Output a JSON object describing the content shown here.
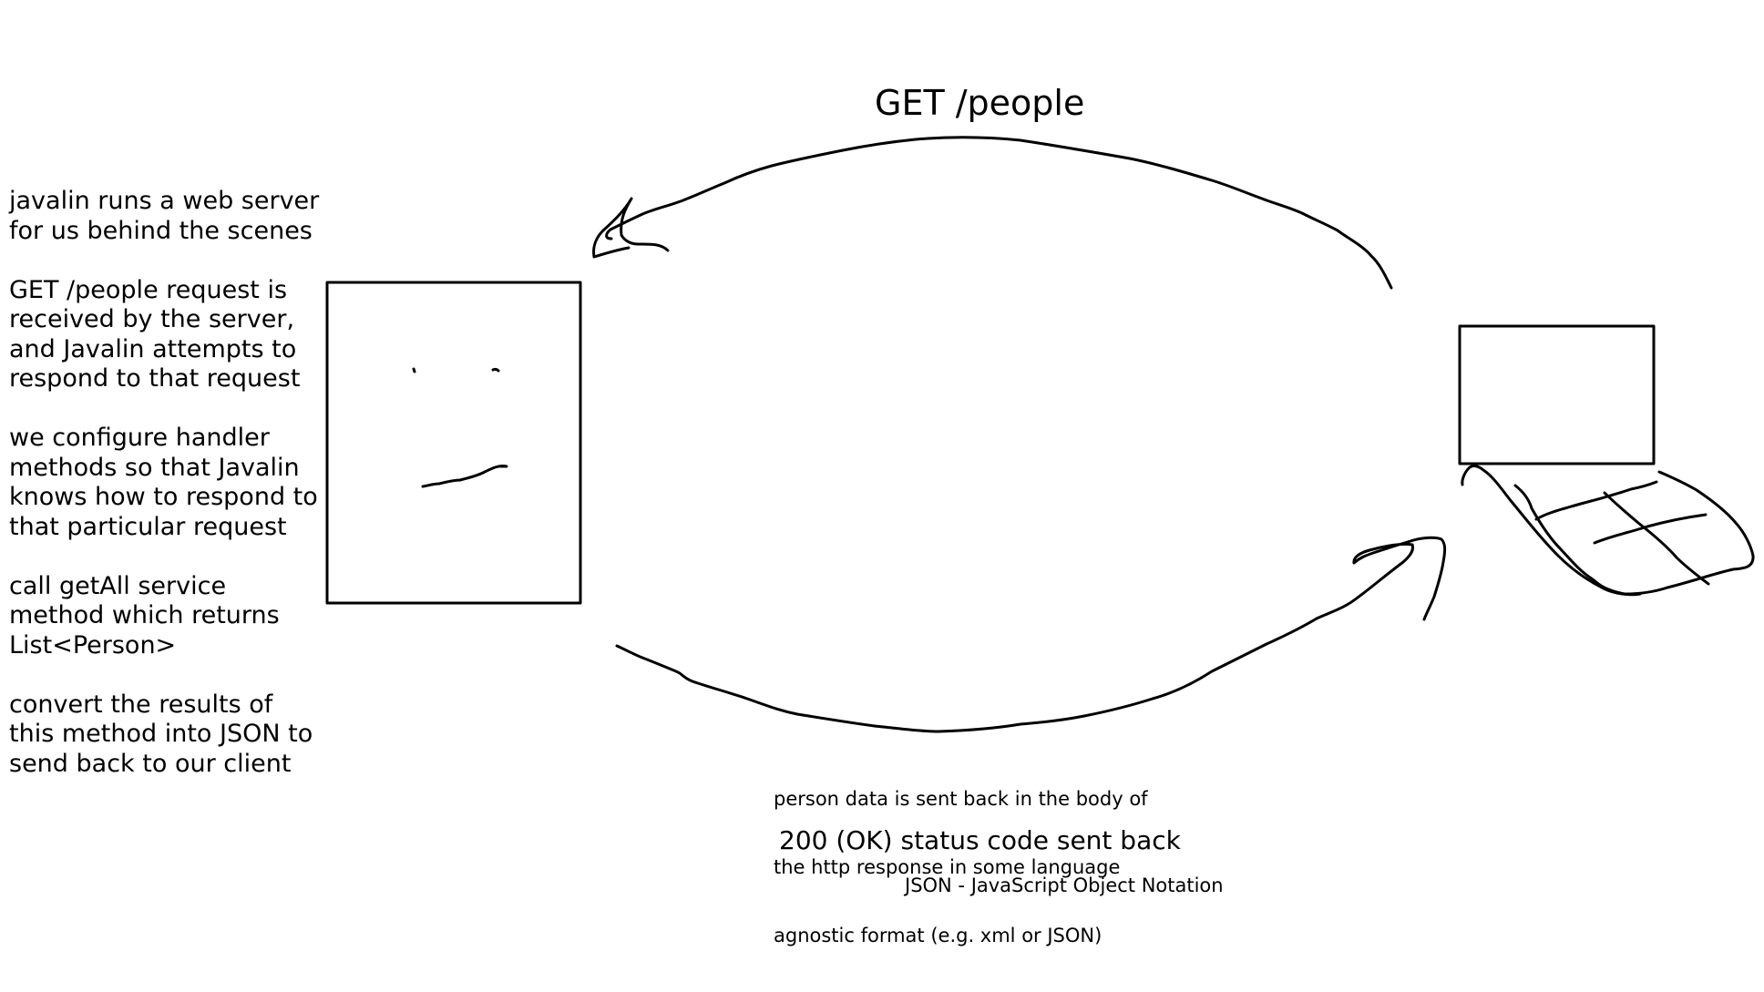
{
  "request": {
    "label": "GET /people"
  },
  "notes": {
    "lines": [
      "javalin runs a web server",
      "for us behind the scenes",
      "",
      "GET /people request is",
      "received by the server,",
      "and Javalin attempts to",
      "respond to that request",
      "",
      "we configure handler",
      "methods so that Javalin",
      "knows how to respond to",
      "that particular request",
      "",
      "call getAll service",
      "method which returns",
      "List<Person>",
      "",
      "convert the results of",
      "this method into JSON to",
      "send back to our client"
    ]
  },
  "response": {
    "body_note_lines": [
      "person data is sent back in the body of",
      "the http response in some language",
      "agnostic format (e.g. xml or JSON)"
    ],
    "status_label": "200 (OK) status code sent back",
    "json_label": "JSON - JavaScript Object Notation"
  },
  "icons": {
    "server": "server-face-icon",
    "client": "laptop-icon"
  }
}
